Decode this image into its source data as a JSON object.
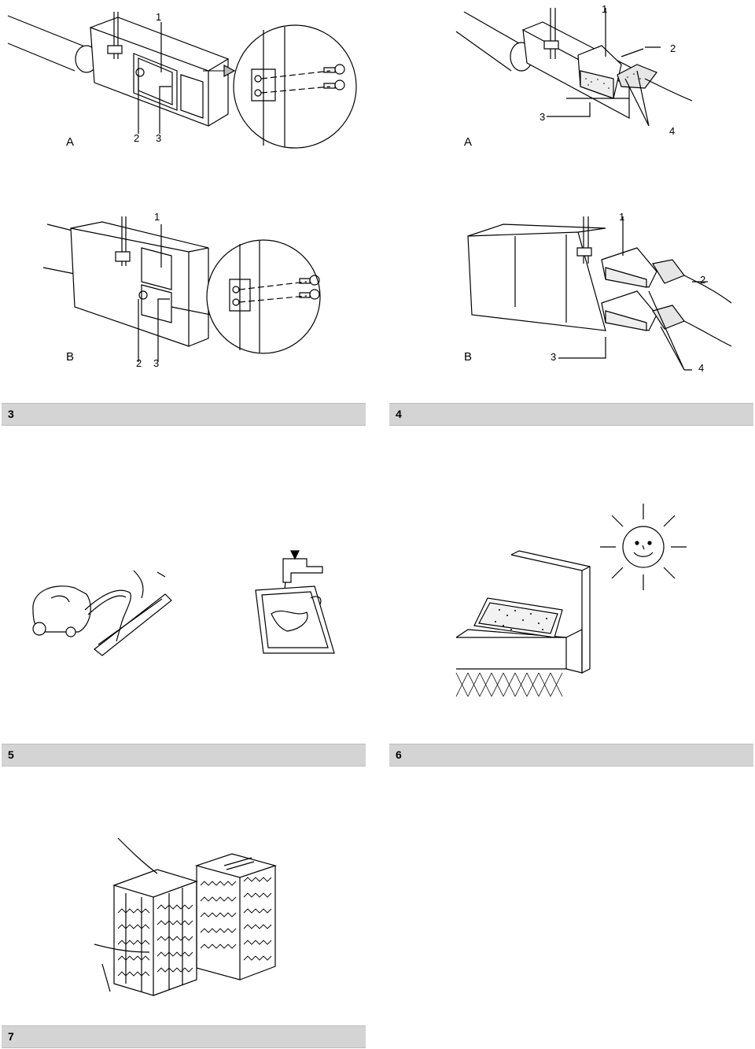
{
  "fig_a_left": {
    "letter": "A",
    "callout_1": "1",
    "callout_2": "2",
    "callout_3": "3"
  },
  "fig_a_right": {
    "letter": "A",
    "callout_1": "1",
    "callout_2": "2",
    "callout_3": "3",
    "callout_4": "4"
  },
  "fig_b_left": {
    "letter": "B",
    "callout_1": "1",
    "callout_2": "2",
    "callout_3": "3"
  },
  "fig_b_right": {
    "letter": "B",
    "callout_1": "1",
    "callout_2": "2",
    "callout_3": "3",
    "callout_4": "4"
  },
  "sections": {
    "s3": "3",
    "s4": "4",
    "s5": "5",
    "s6": "6",
    "s7": "7"
  },
  "icons": [
    "vacuum-cleaner-icon",
    "water-tap-icon",
    "smiling-sun-icon",
    "filter-drying-icon",
    "heat-exchanger-core-icon"
  ]
}
